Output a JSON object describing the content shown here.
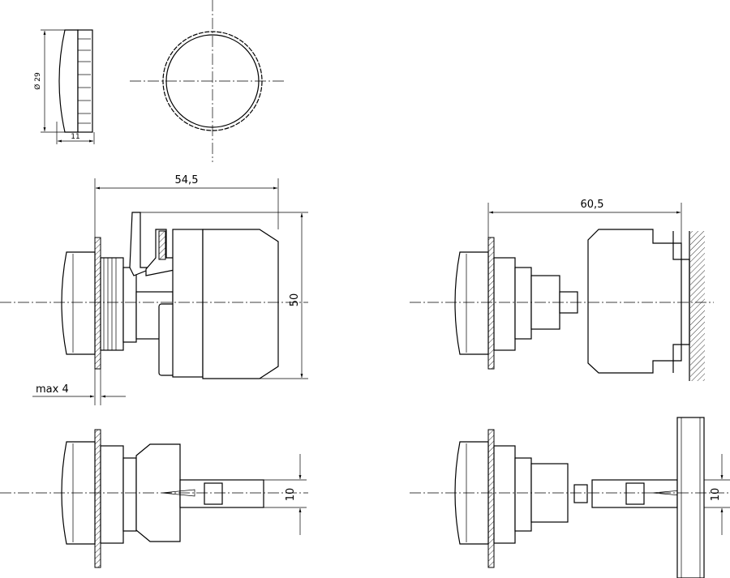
{
  "drawing": {
    "title": "Pilot light dimension drawing",
    "labels": {
      "lens_diameter": "Ø 29",
      "lens_depth": "11",
      "depth_front_mount": "54,5",
      "height": "50",
      "panel_thickness": "max 4",
      "depth_base_mount": "60,5",
      "width_front_mount": "10",
      "width_base_mount": "10"
    }
  }
}
